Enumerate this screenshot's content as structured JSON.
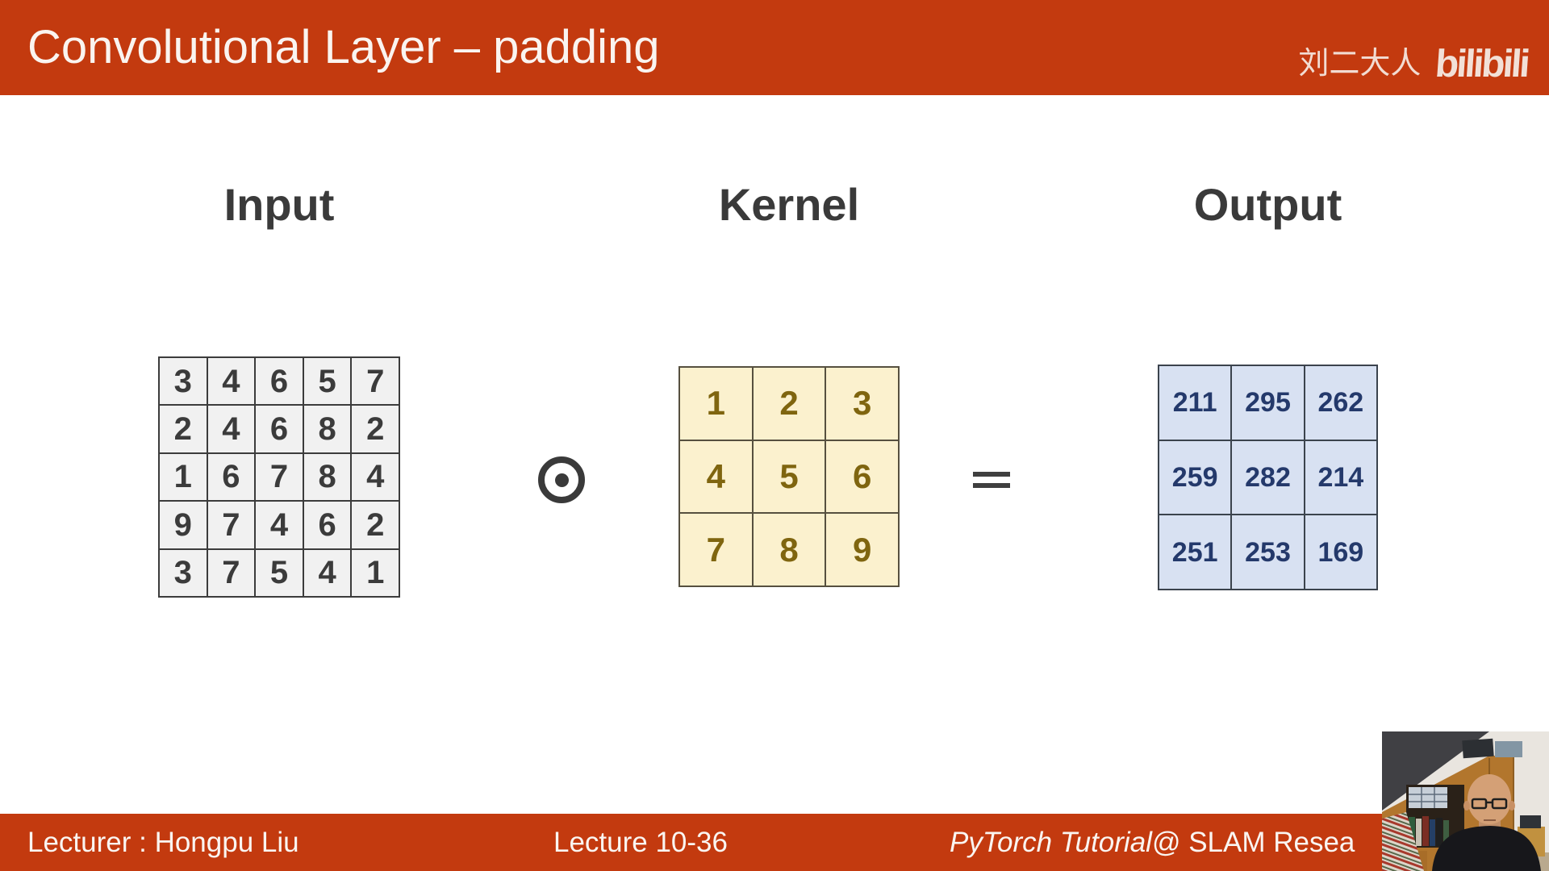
{
  "header": {
    "title": "Convolutional Layer – padding",
    "channel_name": "刘二大人",
    "platform_logo_text": "bilibili"
  },
  "slide": {
    "labels": {
      "input": "Input",
      "kernel": "Kernel",
      "output": "Output"
    },
    "icons": {
      "operator_icon": "circled-dot (element-wise / convolution operator)",
      "equals_icon": "equals-sign"
    }
  },
  "matrices": {
    "input": {
      "rows": 5,
      "cols": 5,
      "values": [
        [
          3,
          4,
          6,
          5,
          7
        ],
        [
          2,
          4,
          6,
          8,
          2
        ],
        [
          1,
          6,
          7,
          8,
          4
        ],
        [
          9,
          7,
          4,
          6,
          2
        ],
        [
          3,
          7,
          5,
          4,
          1
        ]
      ]
    },
    "kernel": {
      "rows": 3,
      "cols": 3,
      "values": [
        [
          1,
          2,
          3
        ],
        [
          4,
          5,
          6
        ],
        [
          7,
          8,
          9
        ]
      ]
    },
    "output": {
      "rows": 3,
      "cols": 3,
      "values": [
        [
          211,
          295,
          262
        ],
        [
          259,
          282,
          214
        ],
        [
          251,
          253,
          169
        ]
      ]
    }
  },
  "footer": {
    "lecturer": "Lecturer : Hongpu Liu",
    "lecture_number": "Lecture 10-36",
    "course_title_italic": "PyTorch Tutorial",
    "course_title_suffix": " @ SLAM Resea"
  },
  "colors": {
    "banner_red": "#C33A0F",
    "banner_text": "#FAF4F0",
    "label_gray": "#3A3A3A",
    "input_cell_bg": "#F1F1F1",
    "input_text": "#3B3B3B",
    "kernel_cell_bg": "#FBF1CE",
    "kernel_text": "#7F650F",
    "output_cell_bg": "#D8E1F2",
    "output_text": "#24396B"
  }
}
